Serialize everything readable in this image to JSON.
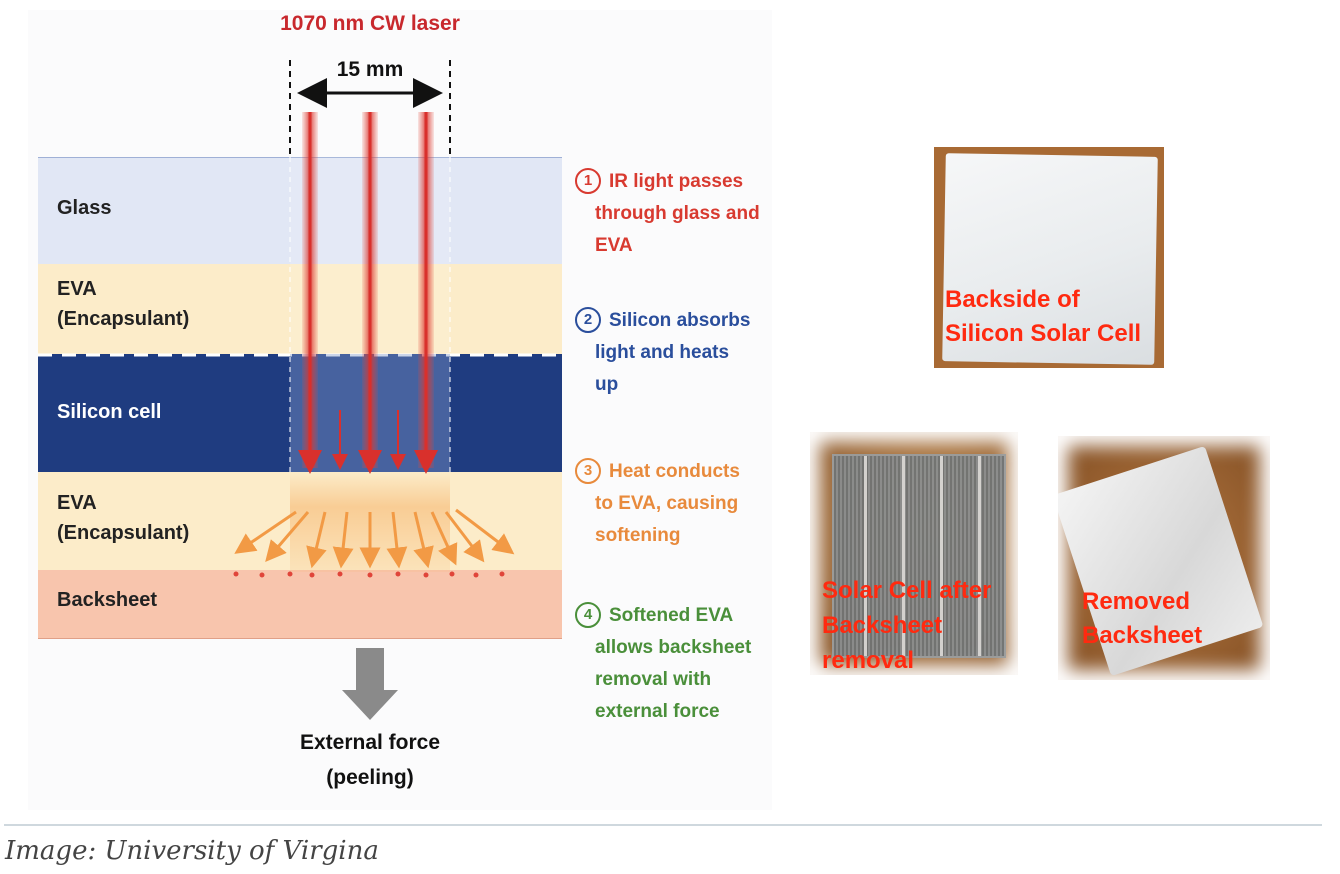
{
  "diagram": {
    "laser_label": "1070 nm CW laser",
    "width_label": "15 mm",
    "layers": [
      {
        "key": "glass",
        "label": "Glass",
        "color": "#e1e7f5"
      },
      {
        "key": "eva_top",
        "label": "EVA\n(Encapsulant)",
        "color": "#fcecc9"
      },
      {
        "key": "silicon",
        "label": "Silicon cell",
        "color": "#1f3c80"
      },
      {
        "key": "eva_bottom",
        "label": "EVA\n(Encapsulant)",
        "color": "#fcecc9"
      },
      {
        "key": "backsheet",
        "label": "Backsheet",
        "color": "#f8c5ad"
      }
    ],
    "force_label": "External force\n(peeling)",
    "steps": [
      {
        "number": "1",
        "lines": [
          "IR light passes",
          "through glass and",
          "EVA"
        ],
        "color": "#d83a30"
      },
      {
        "number": "2",
        "lines": [
          "Silicon absorbs",
          "light and heats",
          "up"
        ],
        "color": "#2a4e9c"
      },
      {
        "number": "3",
        "lines": [
          "Heat conducts",
          "to EVA, causing",
          "softening"
        ],
        "color": "#e88a3c"
      },
      {
        "number": "4",
        "lines": [
          "Softened EVA",
          "allows backsheet",
          "removal with",
          "external force"
        ],
        "color": "#4a8f3a"
      }
    ]
  },
  "photos": [
    {
      "name": "backside-photo",
      "caption": "Backside of\nSilicon Solar Cell"
    },
    {
      "name": "cell-after-removal-photo",
      "caption": "Solar Cell after\nBacksheet\nremoval"
    },
    {
      "name": "removed-backsheet-photo",
      "caption": "Removed\nBacksheet"
    }
  ],
  "credit": "Image: University of Virgina",
  "colors": {
    "laser": "#d9302c",
    "heat_arrow": "#f29a45",
    "caption": "#ff2a10"
  }
}
